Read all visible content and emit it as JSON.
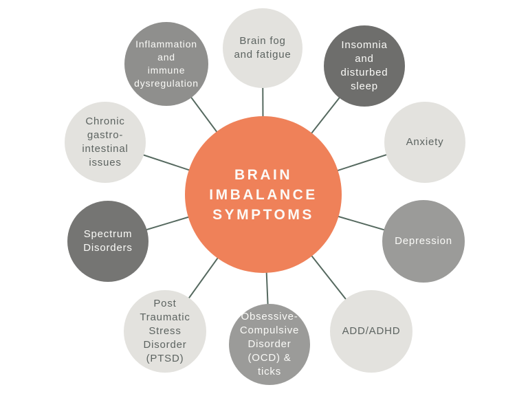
{
  "palette": {
    "background": "#FFFFFF",
    "accent_orange": "#EF8159",
    "light_gray": "#E3E2DE",
    "mid_gray": "#9B9B99",
    "slate_gray": "#8F8F8D",
    "dark_gray": "#6E6E6C",
    "deep_gray": "#757573",
    "connector_line": "#55695F",
    "dark_text": "#5C6360",
    "light_text": "#FAFAF7"
  },
  "center": {
    "label": "BRAIN\nIMBALANCE\nSYMPTOMS"
  },
  "nodes": [
    {
      "id": "brain-fog",
      "label": "Brain fog\nand fatigue"
    },
    {
      "id": "inflammation",
      "label": "Inflammation\nand\nimmune\ndysregulation"
    },
    {
      "id": "insomnia",
      "label": "Insomnia\nand\ndisturbed\nsleep"
    },
    {
      "id": "anxiety",
      "label": "Anxiety"
    },
    {
      "id": "depression",
      "label": "Depression"
    },
    {
      "id": "add-adhd",
      "label": "ADD/ADHD"
    },
    {
      "id": "ocd",
      "label": "Obsessive-\nCompulsive\nDisorder\n(OCD) &\nticks"
    },
    {
      "id": "ptsd",
      "label": "Post\nTraumatic\nStress\nDisorder\n(PTSD)"
    },
    {
      "id": "spectrum",
      "label": "Spectrum\nDisorders"
    },
    {
      "id": "chronic-gi",
      "label": "Chronic\ngastro-\nintestinal\nissues"
    }
  ]
}
